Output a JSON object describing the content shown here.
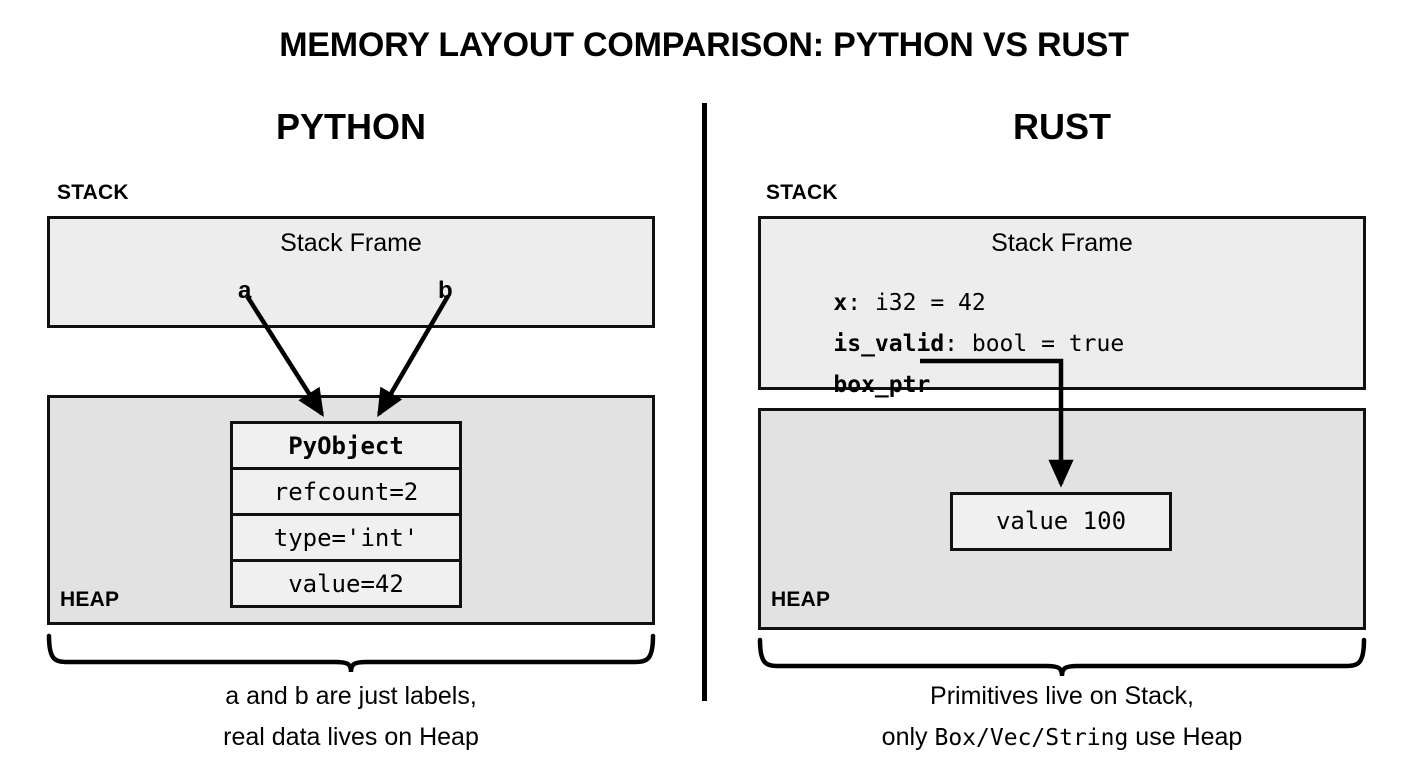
{
  "title": "MEMORY LAYOUT COMPARISON: PYTHON VS RUST",
  "divider": {
    "name": "vertical-divider"
  },
  "colors": {
    "page_background": "#ffffff",
    "ink": "#000000",
    "stack_fill": "#ededed",
    "heap_fill": "#e2e2e2",
    "inner_box_fill": "#f0f0f0",
    "border": "#111111"
  },
  "python": {
    "heading": "PYTHON",
    "stack_label": "STACK",
    "heap_label": "HEAP",
    "frame_title": "Stack Frame",
    "variables": [
      {
        "name": "a"
      },
      {
        "name": "b"
      }
    ],
    "object": {
      "header": "PyObject",
      "fields": [
        "refcount=2",
        "type='int'",
        "value=42"
      ]
    },
    "caption_line1": "a and b are just labels,",
    "caption_line2": "real data lives on Heap"
  },
  "rust": {
    "heading": "RUST",
    "stack_label": "STACK",
    "heap_label": "HEAP",
    "frame_title": "Stack Frame",
    "code_lines": [
      {
        "name": "x",
        "rest": ": i32 = 42"
      },
      {
        "name": "is_valid",
        "rest": ": bool = true"
      },
      {
        "name": "box_ptr",
        "rest": ""
      }
    ],
    "heap_value": "value 100",
    "caption_pre": "Primitives live on Stack,",
    "caption_line2_pre": "only ",
    "caption_line2_mono": "Box/Vec/String",
    "caption_line2_post": " use Heap"
  }
}
